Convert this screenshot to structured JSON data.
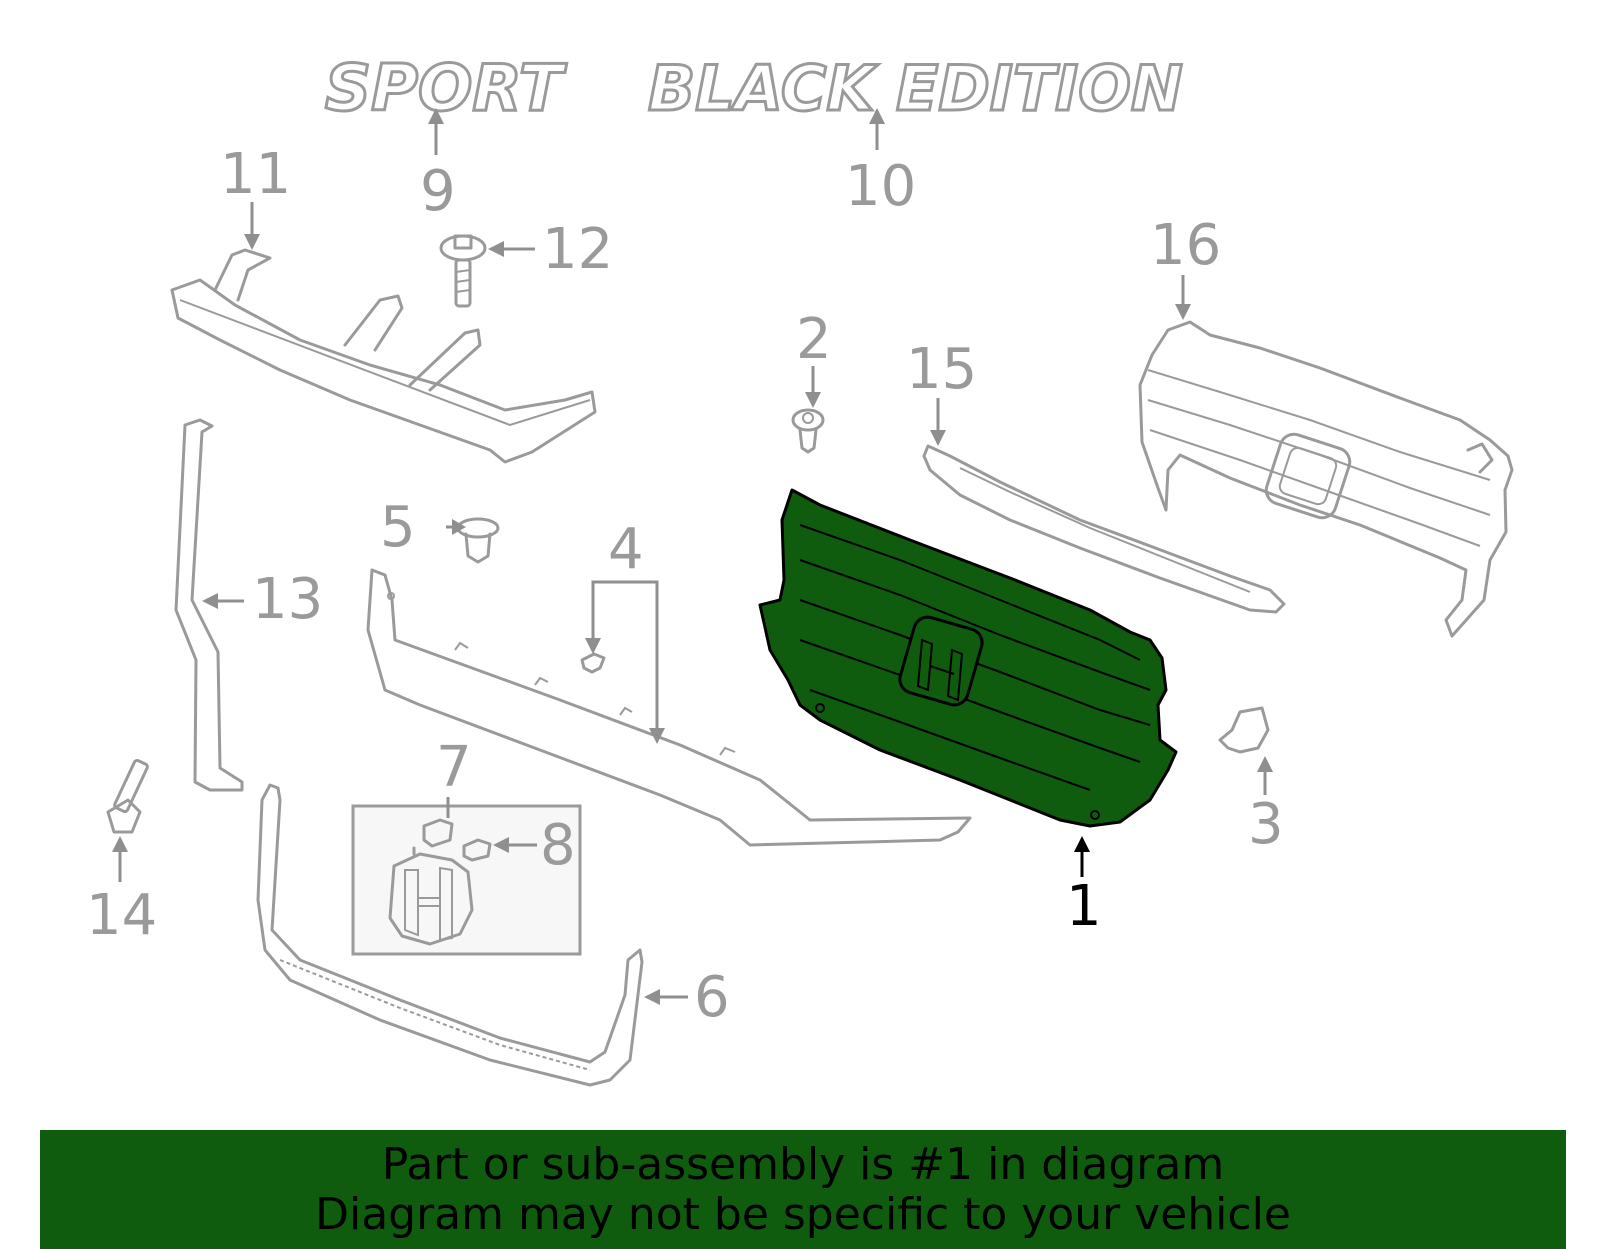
{
  "emblems": {
    "sport": "SPORT",
    "black_edition": "BLACK EDITION"
  },
  "callouts": {
    "c1": "1",
    "c2": "2",
    "c3": "3",
    "c4": "4",
    "c5": "5",
    "c6": "6",
    "c7": "7",
    "c8": "8",
    "c9": "9",
    "c10": "10",
    "c11": "11",
    "c12": "12",
    "c13": "13",
    "c14": "14",
    "c15": "15",
    "c16": "16"
  },
  "highlighted_part": "1",
  "colors": {
    "highlight_fill": "#0f5c0f",
    "line_gray": "#9a9a9a",
    "banner_bg": "#0f5c0f"
  },
  "banner": {
    "line1": "Part or sub-assembly is #1 in diagram",
    "line2": "Diagram may not be specific to your vehicle"
  }
}
